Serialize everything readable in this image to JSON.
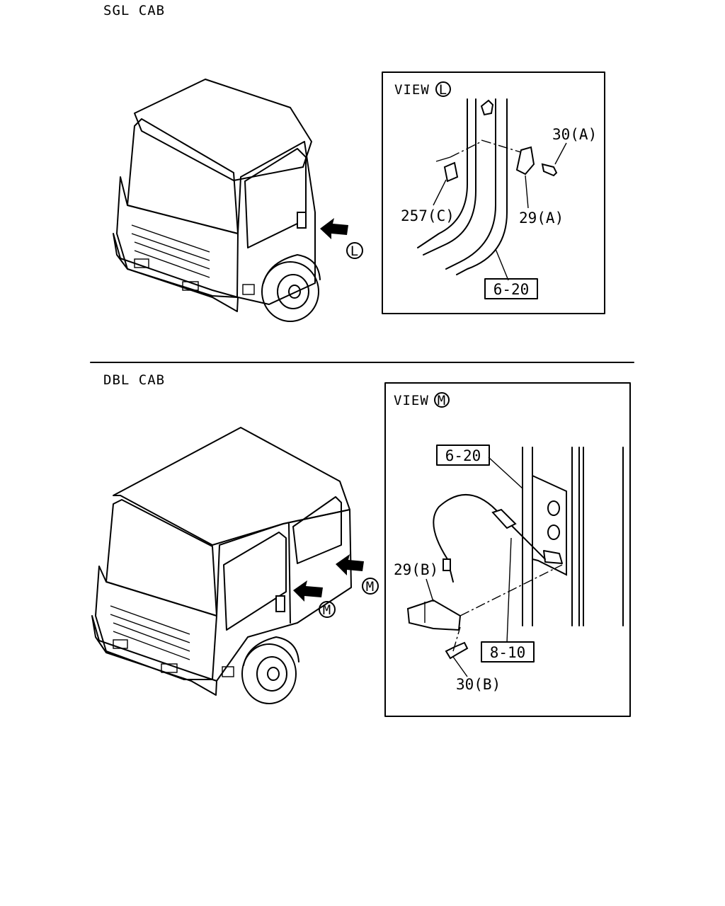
{
  "sections": [
    {
      "title": "SGL CAB",
      "view": {
        "prefix": "VIEW",
        "letter": "L"
      },
      "arrow_marker": "L",
      "parts": {
        "bolt": "30(A)",
        "bracket": "29(A)",
        "pad": "257(C)",
        "ref_box": "6-20"
      }
    },
    {
      "title": "DBL CAB",
      "view": {
        "prefix": "VIEW",
        "letter": "M"
      },
      "arrow_marker": "M",
      "parts": {
        "ref_top": "6-20",
        "bracket": "29(B)",
        "ref_box": "8-10",
        "bolt": "30(B)"
      }
    }
  ]
}
